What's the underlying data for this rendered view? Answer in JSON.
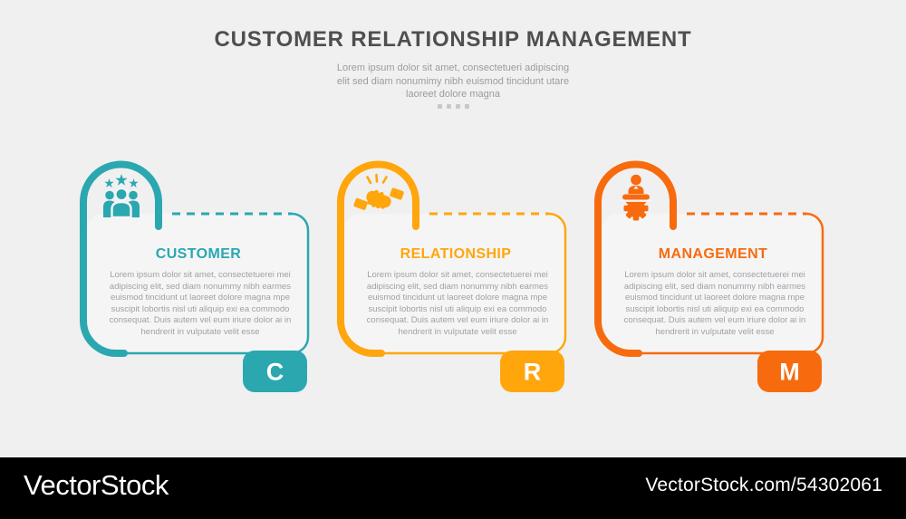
{
  "header": {
    "title": "CUSTOMER RELATIONSHIP MANAGEMENT",
    "subtitle_lines": [
      "Lorem ipsum dolor sit amet, consectetueri adipiscing",
      "elit sed diam nonumimy nibh euismod tincidunt utare",
      "laoreet dolore magna"
    ],
    "dots_count": 4
  },
  "cards": [
    {
      "id": "customer",
      "title": "CUSTOMER",
      "letter": "C",
      "color": "#2ba7b0",
      "icon": "team-with-stars-icon",
      "body_lines": [
        "Lorem ipsum dolor sit amet, consectetuerei mei",
        "adipiscing elit, sed diam nonummy nibh earmes",
        "euismod tincidunt ut laoreet dolore magna mpe",
        "suscipit lobortis nisl uti aliquip exi ea commodo",
        "consequat. Duis autem vel eum iriure dolor ai in",
        "hendrerit in vulputate velit esse"
      ]
    },
    {
      "id": "relationship",
      "title": "RELATIONSHIP",
      "letter": "R",
      "color": "#ffa60d",
      "icon": "handshake-icon",
      "body_lines": [
        "Lorem ipsum dolor sit amet, consectetuerei mei",
        "adipiscing elit, sed diam nonummy nibh earmes",
        "euismod tincidunt ut laoreet dolore magna mpe",
        "suscipit lobortis nisl uti aliquip exi ea commodo",
        "consequat. Duis autem vel eum iriure dolor ai in",
        "hendrerit in vulputate velit esse"
      ]
    },
    {
      "id": "management",
      "title": "MANAGEMENT",
      "letter": "M",
      "color": "#f76b0e",
      "icon": "manager-gear-icon",
      "body_lines": [
        "Lorem ipsum dolor sit amet, consectetuerei mei",
        "adipiscing elit, sed diam nonummy nibh earmes",
        "euismod tincidunt ut laoreet dolore magna mpe",
        "suscipit lobortis nisl uti aliquip exi ea commodo",
        "consequat. Duis autem vel eum iriure dolor ai in",
        "hendrerit in vulputate velit esse"
      ]
    }
  ],
  "footer": {
    "brand": "VectorStock",
    "url": "VectorStock.com/54302061",
    "bar_color": "#000000"
  },
  "colors": {
    "background": "#f0f0f1",
    "card_fill": "#f5f5f6",
    "title_text": "#4e4f50",
    "muted_text": "#9fa1a4",
    "dots": "#c8c8c9"
  }
}
